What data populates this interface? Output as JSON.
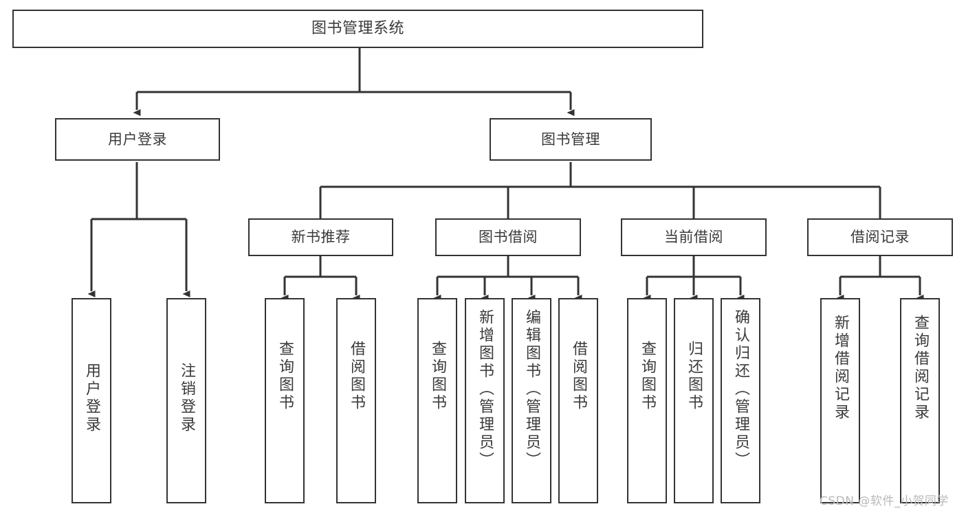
{
  "diagram": {
    "title": "图书管理系统",
    "type": "tree-hierarchy-chart",
    "background_color": "#ffffff",
    "line_color": "#333333",
    "text_color": "#3a3a3a",
    "nodes": {
      "root": {
        "label": "图书管理系统"
      },
      "level2": [
        {
          "id": "user-login",
          "label": "用户登录"
        },
        {
          "id": "book-management",
          "label": "图书管理"
        }
      ],
      "level3": [
        {
          "id": "new-book-recommend",
          "label": "新书推荐"
        },
        {
          "id": "book-borrow",
          "label": "图书借阅"
        },
        {
          "id": "current-borrow",
          "label": "当前借阅"
        },
        {
          "id": "borrow-record",
          "label": "借阅记录"
        }
      ],
      "leaves": [
        {
          "id": "leaf-user-login",
          "label": "用户登录",
          "parent": "user-login"
        },
        {
          "id": "leaf-logout-login",
          "label": "注销登录",
          "parent": "user-login"
        },
        {
          "id": "leaf-query-book-1",
          "label": "查询图书",
          "parent": "new-book-recommend"
        },
        {
          "id": "leaf-borrow-book-1",
          "label": "借阅图书",
          "parent": "new-book-recommend"
        },
        {
          "id": "leaf-query-book-2",
          "label": "查询图书",
          "parent": "book-borrow"
        },
        {
          "id": "leaf-add-book",
          "label": "新增图书（管理员）",
          "parent": "book-borrow"
        },
        {
          "id": "leaf-edit-book",
          "label": "编辑图书（管理员）",
          "parent": "book-borrow"
        },
        {
          "id": "leaf-borrow-book-2",
          "label": "借阅图书",
          "parent": "book-borrow"
        },
        {
          "id": "leaf-query-book-3",
          "label": "查询图书",
          "parent": "current-borrow"
        },
        {
          "id": "leaf-return-book",
          "label": "归还图书",
          "parent": "current-borrow"
        },
        {
          "id": "leaf-confirm-return",
          "label": "确认归还（管理员）",
          "parent": "current-borrow"
        },
        {
          "id": "leaf-add-record",
          "label": "新增借阅记录",
          "parent": "borrow-record"
        },
        {
          "id": "leaf-query-record",
          "label": "查询借阅记录",
          "parent": "borrow-record"
        }
      ]
    }
  },
  "watermark": {
    "text": "CSDN @软件_小贺同学"
  }
}
